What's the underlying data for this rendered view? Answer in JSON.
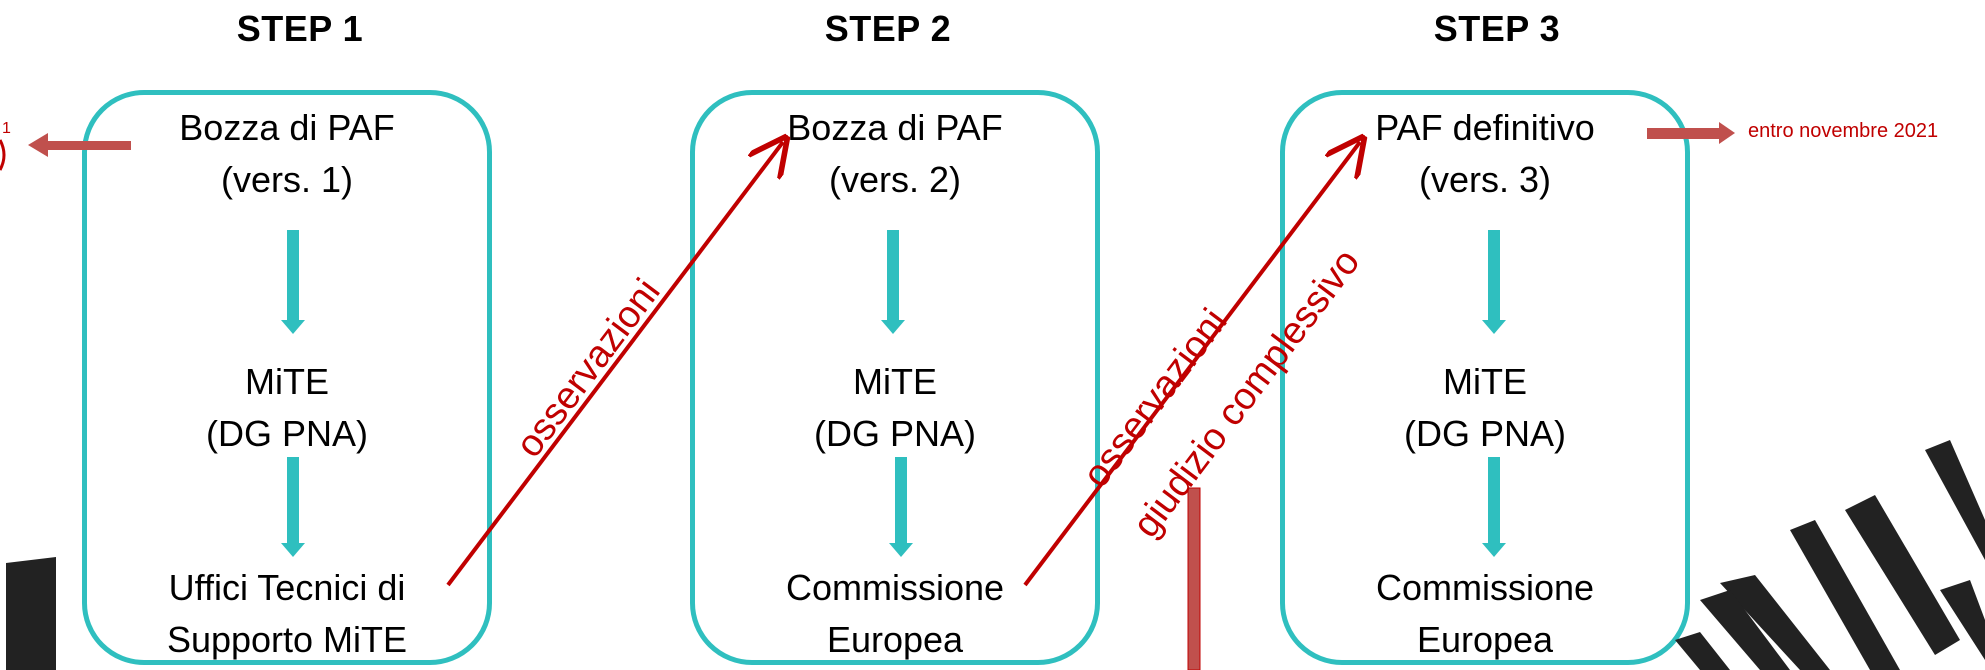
{
  "steps": [
    {
      "title": "STEP 1",
      "top": [
        "Bozza di PAF",
        "(vers. 1)"
      ],
      "middle": [
        "MiTE",
        "(DG PNA)"
      ],
      "bottom": [
        "Uffici Tecnici di",
        "Supporto MiTE"
      ]
    },
    {
      "title": "STEP 2",
      "top": [
        "Bozza di PAF",
        "(vers. 2)"
      ],
      "middle": [
        "MiTE",
        "(DG PNA)"
      ],
      "bottom": [
        "Commissione",
        "Europea"
      ]
    },
    {
      "title": "STEP 3",
      "top": [
        "PAF definitivo",
        "(vers. 3)"
      ],
      "middle": [
        "MiTE",
        "(DG PNA)"
      ],
      "bottom": [
        "Commissione",
        "Europea"
      ]
    }
  ],
  "transitions": {
    "step1_to_2": "osservazioni",
    "step2_to_3_a": "osservazioni",
    "step2_to_3_b": "giudizio complessivo"
  },
  "notes": {
    "deadline": "entro novembre 2021",
    "left_fragment": "1"
  },
  "colors": {
    "box": "#2fbfbf",
    "annotation": "#c00000",
    "note_arrow": "#c0504d"
  }
}
